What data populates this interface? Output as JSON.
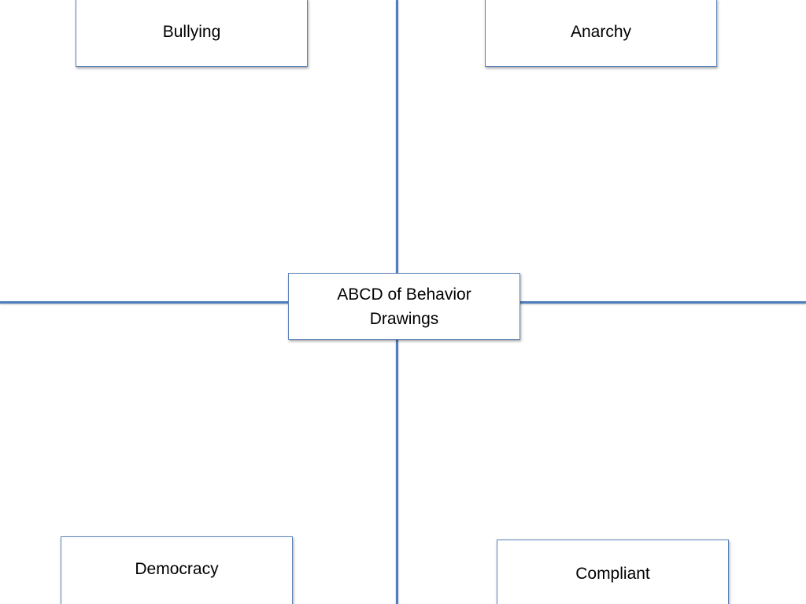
{
  "diagram": {
    "center_label": "ABCD of Behavior Drawings",
    "quadrants": {
      "top_left": "Bullying",
      "top_right": "Anarchy",
      "bottom_left": "Democracy",
      "bottom_right": "Compliant"
    }
  },
  "colors": {
    "axis": "#4f7ebd",
    "box_border": "#5b82b8",
    "background": "#ffffff",
    "text": "#000000"
  }
}
